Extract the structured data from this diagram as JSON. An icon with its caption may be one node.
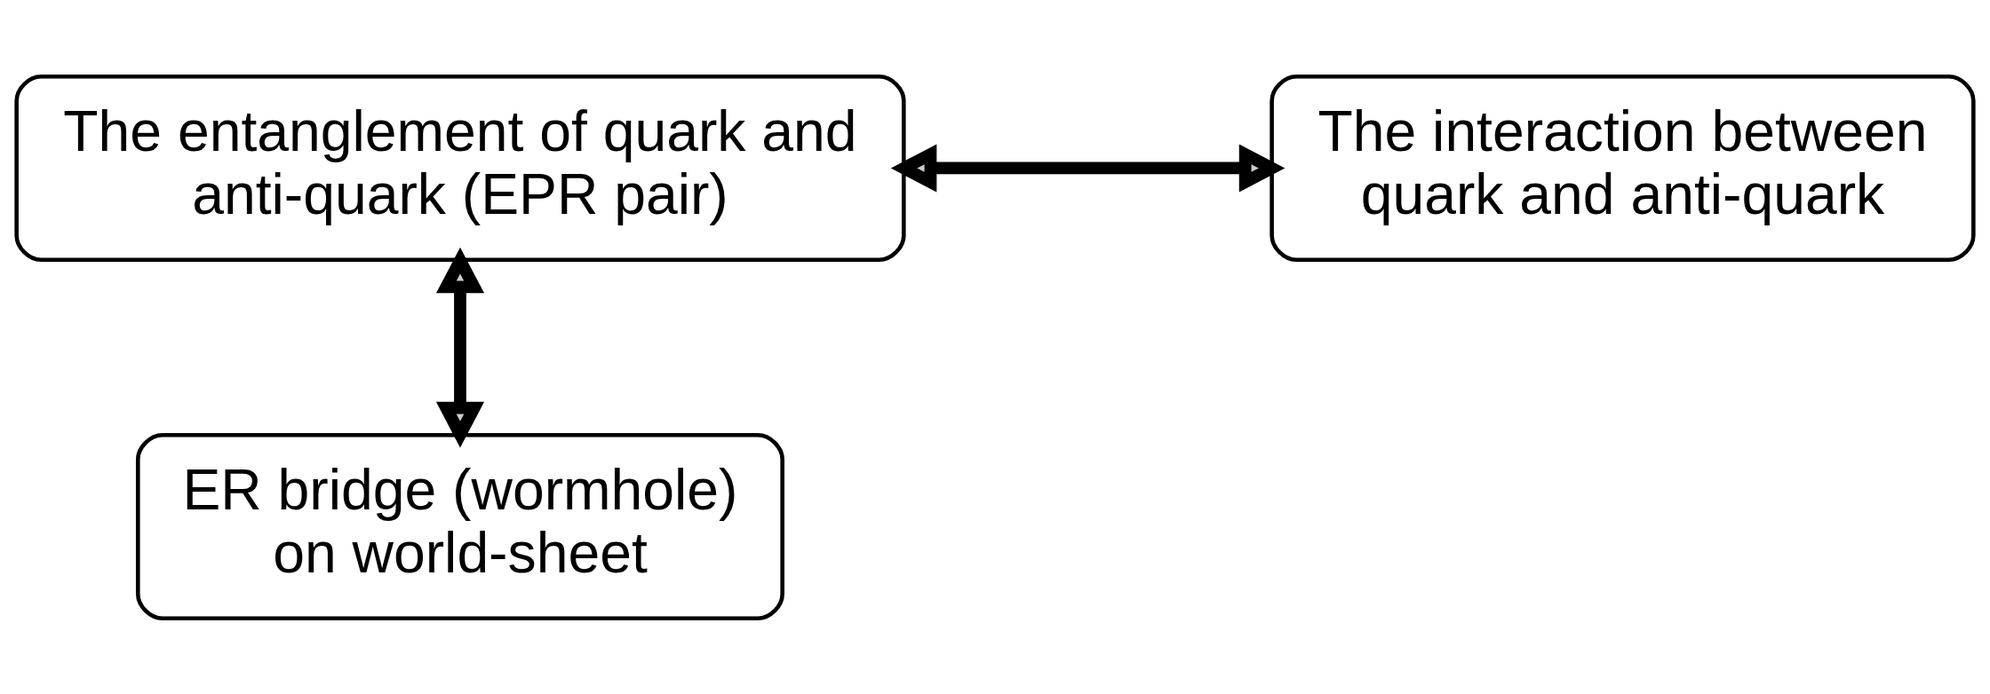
{
  "diagram": {
    "nodes": [
      {
        "text": [
          "The entanglement of quark and anti-quark (EPR pair)"
        ]
      },
      {
        "text": [
          "The interaction between quark and anti-quark"
        ]
      },
      {
        "text": [
          "ER bridge (wormhole) on world-sheet"
        ]
      }
    ],
    "edges": [
      {
        "from": 0,
        "to": 1,
        "arrow": "both"
      },
      {
        "from": 0,
        "to": 2,
        "arrow": "both"
      }
    ]
  }
}
